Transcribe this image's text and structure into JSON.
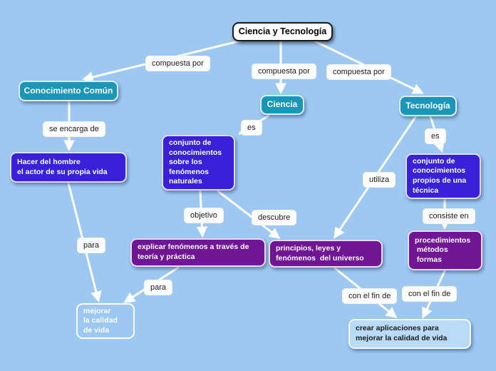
{
  "map_title": "Ciencia y Tecnología",
  "colors": {
    "bg": "#9cc8f2",
    "teal": "#1a96b8",
    "indigo": "#3a20d8",
    "purple": "#701695",
    "light_fill": "#b9dbf8",
    "line": "#ffffff",
    "ink": "#1a1a1a"
  },
  "nodes": {
    "title": {
      "text": "Ciencia y Tecnología"
    },
    "conocimiento_comun": {
      "text": "Conocimiento Común"
    },
    "hacer_hombre": {
      "text": "Hacer del hombre\nel actor de su propia vida"
    },
    "ciencia": {
      "text": "Ciencia"
    },
    "conjunto_naturales": {
      "text": "conjunto de\nconocimientos\nsobre los\nfenómenos\nnaturales"
    },
    "tecnologia": {
      "text": "Tecnología"
    },
    "conjunto_tecnica": {
      "text": "conjunto de\nconocimientos\npropios de una\ntécnica"
    },
    "explicar": {
      "text": "explicar fenómenos a través de\nteoría y práctica"
    },
    "principios": {
      "text": "principios, leyes y\nfenómenos  del universo"
    },
    "procedimientos": {
      "text": "procedimientos\n métodos\n formas"
    },
    "mejorar": {
      "text": "mejorar\nla calidad\nde vida"
    },
    "crear": {
      "text": "crear aplicaciones para\nmejorar la calidad de vida"
    }
  },
  "labels": {
    "compuesta_por_1": "compuesta por",
    "compuesta_por_2": "compuesta por",
    "compuesta_por_3": "compuesta por",
    "se_encarga_de": "se encarga de",
    "es_1": "es",
    "es_2": "es",
    "utiliza": "utiliza",
    "objetivo": "objetivo",
    "descubre": "descubre",
    "consiste_en": "consiste en",
    "para_1": "para",
    "para_2": "para",
    "con_el_fin_de_1": "con el fin de",
    "con_el_fin_de_2": "con el fin de"
  }
}
